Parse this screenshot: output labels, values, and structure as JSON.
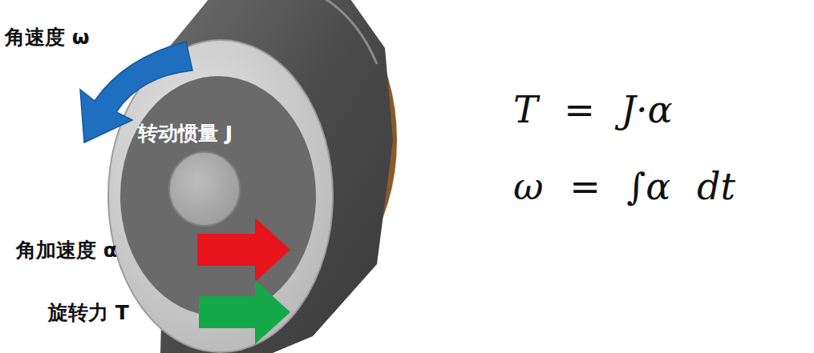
{
  "diagram": {
    "labels": [
      "角速度 ω",
      "转动惯量 J",
      "角加速度 α",
      "旋转力 T",
      "T = J·α",
      "ω = ∫α dt"
    ]
  }
}
